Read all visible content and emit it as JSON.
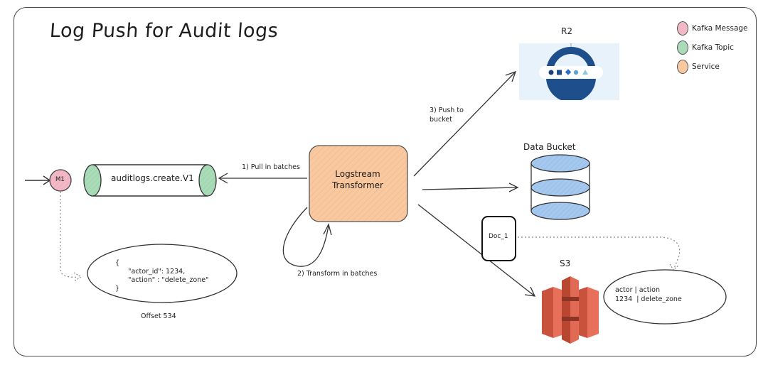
{
  "diagram": {
    "title": "Log Push for Audit logs",
    "legend": [
      {
        "label": "Kafka Message",
        "color": "#f2b8c6"
      },
      {
        "label": "Kafka Topic",
        "color": "#a9dbb8"
      },
      {
        "label": "Service",
        "color": "#f8c9a0"
      }
    ],
    "nodes": {
      "message": {
        "label": "M1",
        "color": "#f2b8c6"
      },
      "topic": {
        "label": "auditlogs.create.V1",
        "cap_color": "#a9dbb8"
      },
      "service": {
        "line1": "Logstream",
        "line2": "Transformer",
        "color": "#f8c9a0"
      },
      "r2": {
        "label": "R2"
      },
      "data_bucket": {
        "label": "Data Bucket",
        "color": "#a5c8ee"
      },
      "doc": {
        "label": "Doc_1"
      },
      "s3": {
        "label": "S3",
        "color": "#e05d44"
      }
    },
    "edges": {
      "pull": "1) Pull in batches",
      "transform": "2) Transform in batches",
      "push_line1": "3) Push to",
      "push_line2": "bucket"
    },
    "message_payload": {
      "text": "{\n      \"actor_id\": 1234,\n      \"action\" : \"delete_zone\"\n}",
      "offset_label": "Offset 534"
    },
    "s3_record": {
      "text": "actor | action\n1234  | delete_zone"
    }
  }
}
